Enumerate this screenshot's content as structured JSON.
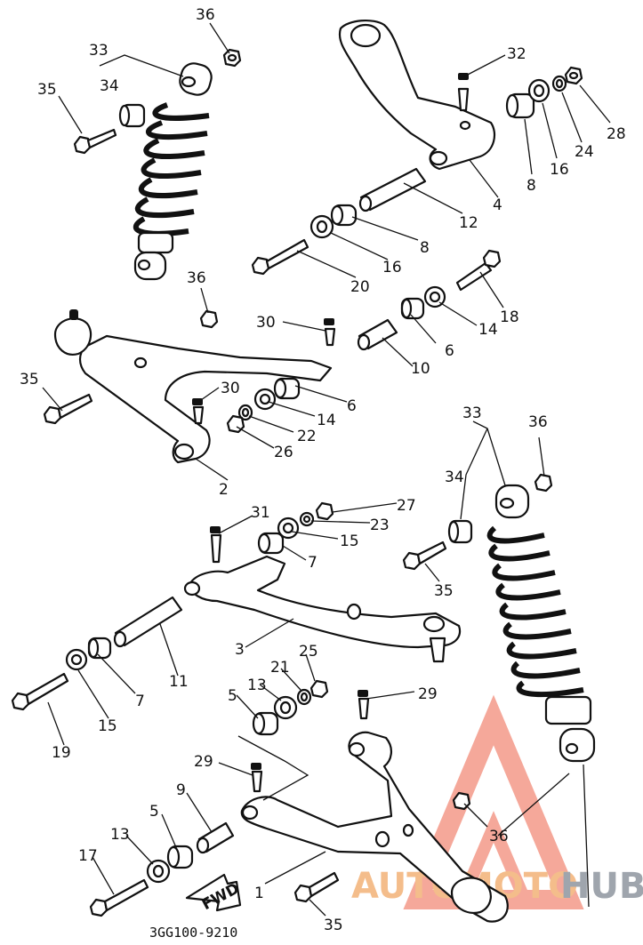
{
  "diagram": {
    "footer_code": "3GG100-9210",
    "fwd_label": "FWD",
    "watermark": {
      "part1": "AUTO",
      "part2": "MOTO",
      "part3": "HUB",
      "color1": "#f5a89a",
      "color2": "#f4bd8b",
      "color3": "#9fa5ad"
    },
    "labels": [
      "36",
      "33",
      "34",
      "35",
      "32",
      "28",
      "24",
      "16",
      "8",
      "4",
      "12",
      "8",
      "16",
      "20",
      "18",
      "36",
      "35",
      "30",
      "30",
      "6",
      "10",
      "14",
      "6",
      "14",
      "22",
      "26",
      "2",
      "33",
      "36",
      "34",
      "35",
      "31",
      "27",
      "23",
      "15",
      "7",
      "3",
      "25",
      "21",
      "13",
      "29",
      "5",
      "11",
      "7",
      "15",
      "19",
      "29",
      "9",
      "5",
      "13",
      "17",
      "1",
      "36",
      "35"
    ]
  }
}
